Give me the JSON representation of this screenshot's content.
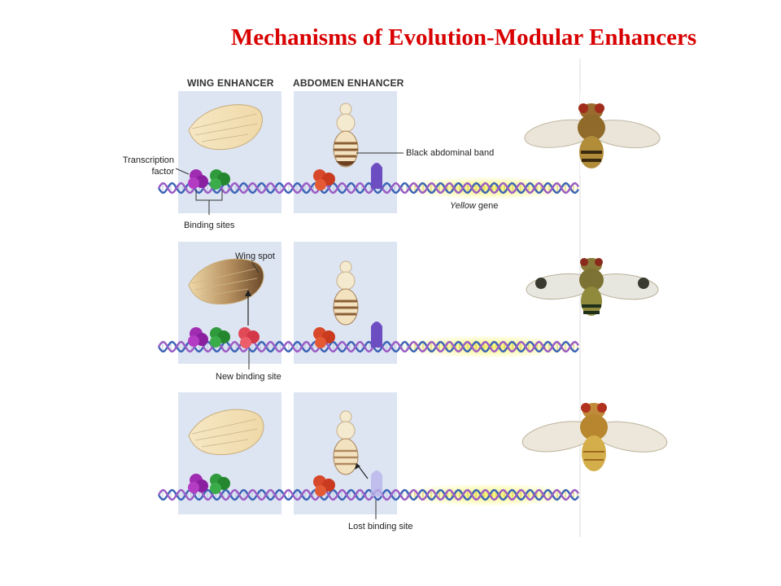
{
  "title": "Mechanisms of Evolution-Modular Enhancers",
  "columns": {
    "wing": "WING ENHANCER",
    "abdomen": "ABDOMEN ENHANCER"
  },
  "labels": {
    "transcription_factor_1": "Transcription",
    "transcription_factor_2": "factor",
    "binding_sites": "Binding sites",
    "black_abdominal_band": "Black abdominal band",
    "yellow_gene_italic": "Yellow",
    "yellow_gene_rest": " gene",
    "wing_spot": "Wing spot",
    "new_binding_site": "New binding site",
    "lost_binding_site": "Lost binding site"
  },
  "colors": {
    "title": "#d80000",
    "panel": "#dde4f2",
    "dna_blue": "#3b63b6",
    "dna_purple": "#9a5cc4",
    "yellow_glow": "#f4f27a",
    "tf_purple": "#9c27b0",
    "tf_green": "#2e9a3c",
    "tf_red": "#e04a57",
    "tf_orange": "#d8482a",
    "tf_violet": "#6c4ec2"
  }
}
